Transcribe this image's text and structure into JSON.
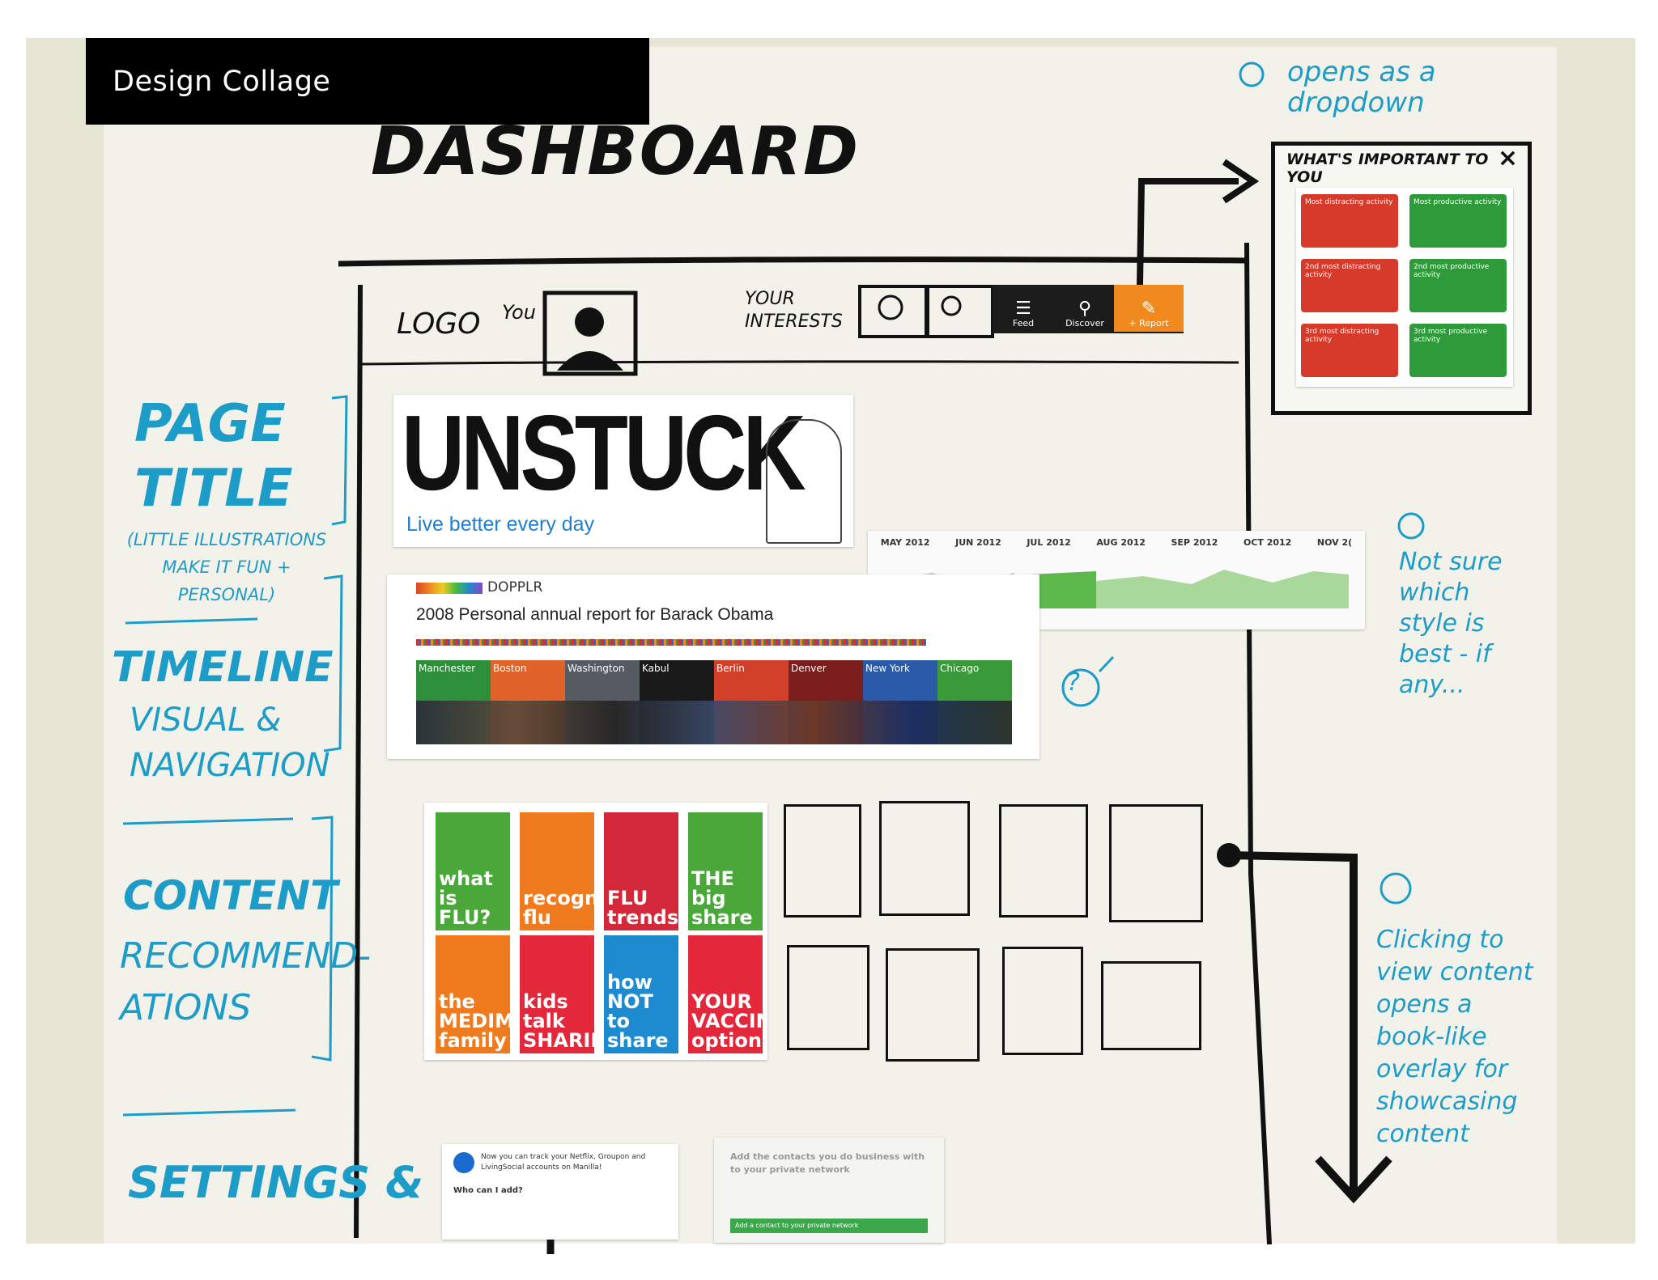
{
  "header": {
    "title": "Design Collage"
  },
  "sketch": {
    "dashboard_title": "DASHBOARD",
    "dropdown_note": "opens as a dropdown",
    "logo": "LOGO",
    "you": "You",
    "your_interests": "YOUR INTERESTS",
    "not_sure_note": "Not sure which style is best - if any...",
    "clicking_note": "Clicking to view content opens a book-like overlay for showcasing content",
    "question_mark": "?"
  },
  "sidebar_labels": {
    "page_title": "PAGE TITLE",
    "page_title_note": "(LITTLE ILLUSTRATIONS MAKE IT FUN + PERSONAL)",
    "timeline": "TIMELINE",
    "timeline_sub": "VISUAL & NAVIGATION",
    "content": "CONTENT",
    "content_sub": "RECOMMEND-ATIONS",
    "settings": "SETTINGS &"
  },
  "toolbar": {
    "feed": "Feed",
    "discover": "Discover",
    "report": "+ Report"
  },
  "dropdown": {
    "title": "WHAT'S IMPORTANT TO YOU",
    "close": "×",
    "cells": [
      {
        "label": "Most distracting activity",
        "color": "#d63a2a"
      },
      {
        "label": "Most productive activity",
        "color": "#2e9a3a"
      },
      {
        "label": "2nd most distracting activity",
        "color": "#d63a2a"
      },
      {
        "label": "2nd most productive activity",
        "color": "#2e9a3a"
      },
      {
        "label": "3rd most distracting activity",
        "color": "#d63a2a"
      },
      {
        "label": "3rd most productive activity",
        "color": "#2e9a3a"
      }
    ]
  },
  "unstuck": {
    "logo": "UNSTUCK",
    "tagline": "Live better every day"
  },
  "timeline_strip": {
    "months": [
      "MAY 2012",
      "JUN 2012",
      "JUL 2012",
      "AUG 2012",
      "SEP 2012",
      "OCT 2012",
      "NOV 2("
    ]
  },
  "dopplr": {
    "brand": "DOPPLR",
    "report_title": "2008 Personal annual report for Barack Obama",
    "cities": [
      {
        "name": "Manchester",
        "color": "#2e8f3a"
      },
      {
        "name": "Boston",
        "color": "#e0642a"
      },
      {
        "name": "Washington",
        "color": "#555a63"
      },
      {
        "name": "Kabul",
        "color": "#1a1a1a"
      },
      {
        "name": "Berlin",
        "color": "#d2402a"
      },
      {
        "name": "Denver",
        "color": "#7a1e1e"
      },
      {
        "name": "New York",
        "color": "#2a5aa8"
      },
      {
        "name": "Chicago",
        "color": "#3a9a3a"
      }
    ]
  },
  "flu_tiles": [
    {
      "text": "what is FLU?",
      "color": "#4aa83a"
    },
    {
      "text": "recognizing flu",
      "color": "#f07a1e"
    },
    {
      "text": "FLU trends",
      "color": "#d2283a"
    },
    {
      "text": "THE big share",
      "color": "#4aa83a"
    },
    {
      "text": "the MEDIMMUNE family",
      "color": "#f07a1e"
    },
    {
      "text": "kids talk SHARING",
      "color": "#e2283a"
    },
    {
      "text": "how NOT to share",
      "color": "#1e8ad0"
    },
    {
      "text": "YOUR VACCINATION options",
      "color": "#e2283a"
    }
  ],
  "bottom_cards": {
    "left_text": "Now you can track your Netflix, Groupon and LivingSocial accounts on Manilla!",
    "left_question": "Who can I add?",
    "right_text": "Add the contacts you do business with to your private network",
    "right_button": "Add a contact to your private network"
  }
}
